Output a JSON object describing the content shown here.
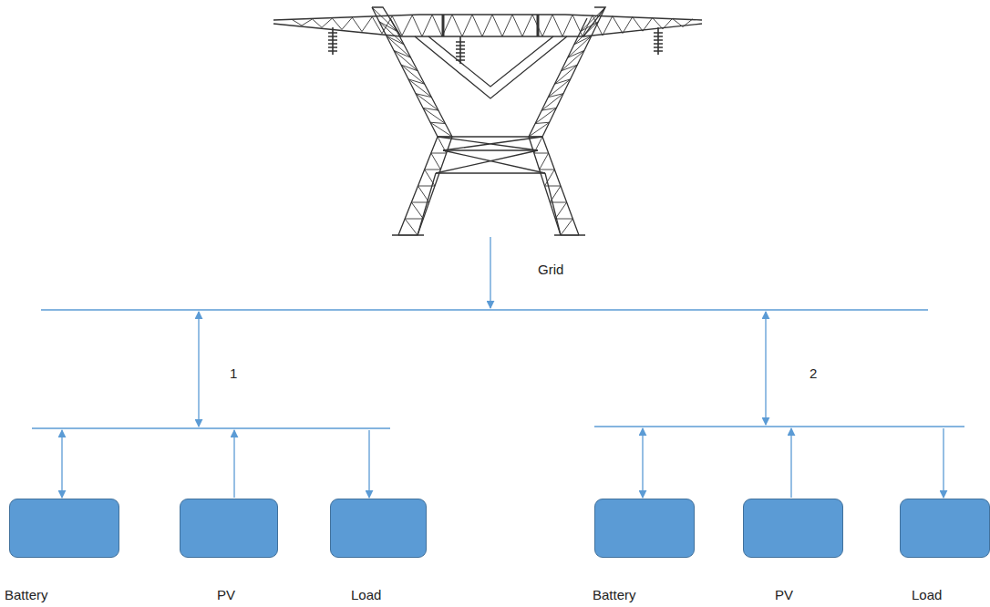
{
  "diagram": {
    "nodes": [
      {
        "text": [
          "Battery"
        ]
      },
      {
        "text": [
          "PV"
        ]
      },
      {
        "text": [
          "Load"
        ]
      },
      {
        "text": [
          "Battery"
        ]
      },
      {
        "text": [
          "PV"
        ]
      },
      {
        "text": [
          "Load"
        ]
      }
    ],
    "labels": [
      "Grid",
      "1",
      "2"
    ]
  }
}
